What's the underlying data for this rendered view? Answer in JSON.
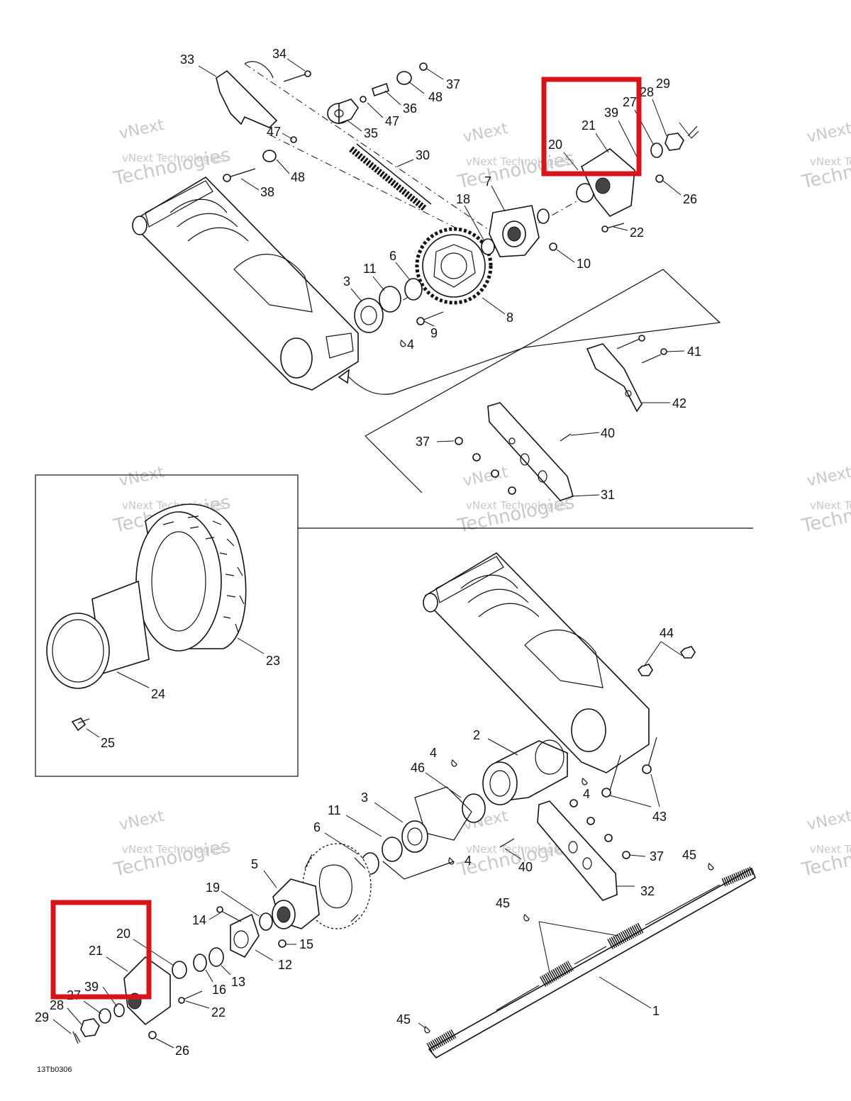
{
  "diagram": {
    "reference_code": "13Tb0306",
    "watermark_line1": "vNext Technologies",
    "watermark_line2": "vNext",
    "watermark_line3": "Technologies",
    "highlight_color": "#d8141b",
    "labels": {
      "p33": "33",
      "p34": "34",
      "p37a": "37",
      "p48a": "48",
      "p36": "36",
      "p47a": "47",
      "p35": "35",
      "p47b": "47",
      "p48b": "48",
      "p38": "38",
      "p30": "30",
      "p18": "18",
      "p7": "7",
      "p10": "10",
      "p6a": "6",
      "p11a": "11",
      "p3a": "3",
      "p4a": "4",
      "p9": "9",
      "p8": "8",
      "p29a": "29",
      "p28a": "28",
      "p27a": "27",
      "p39a": "39",
      "p21a": "21",
      "p20a": "20",
      "p26a": "26",
      "p22a": "22",
      "p41": "41",
      "p42": "42",
      "p37b": "37",
      "p40a": "40",
      "p31": "31",
      "p23": "23",
      "p24": "24",
      "p25": "25",
      "p44": "44",
      "p2": "2",
      "p4b": "4",
      "p46": "46",
      "p4c": "4",
      "p43": "43",
      "p3b": "3",
      "p11b": "11",
      "p6b": "6",
      "p4d": "4",
      "p37c": "37",
      "p40b": "40",
      "p32": "32",
      "p45a": "45",
      "p5": "5",
      "p19": "19",
      "p14": "14",
      "p15": "15",
      "p12": "12",
      "p20b": "20",
      "p21b": "21",
      "p16": "16",
      "p13": "13",
      "p22b": "22",
      "p39b": "39",
      "p27b": "27",
      "p28b": "28",
      "p29b": "29",
      "p26b": "26",
      "p45b": "45",
      "p1": "1",
      "p45c": "45"
    }
  }
}
